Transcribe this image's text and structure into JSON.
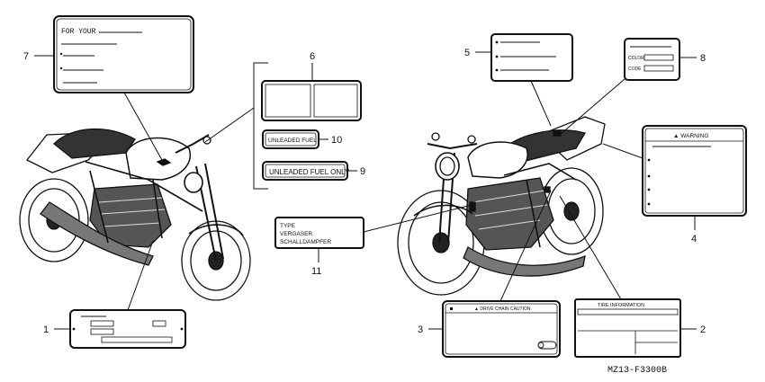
{
  "callouts": [
    "1",
    "2",
    "3",
    "4",
    "5",
    "6",
    "7",
    "8",
    "9",
    "10",
    "11"
  ],
  "label_texts": {
    "for_your": "FOR YOUR",
    "unleaded_fuel": "UNLEADED FUEL",
    "unleaded_fuel_only": "UNLEADED FUEL ONLY",
    "warning": "▲  WARNING",
    "drive_chain_caution": "▲  DRIVE CHAIN CAUTION",
    "tire_information": "TIRE   INFORMATION",
    "color": "COLOR",
    "code": "CODE",
    "type_lines": [
      "TYPE",
      "VERGASER",
      "SCHALLDAMPFER"
    ]
  },
  "figure_code": "MZ13-F3300B"
}
